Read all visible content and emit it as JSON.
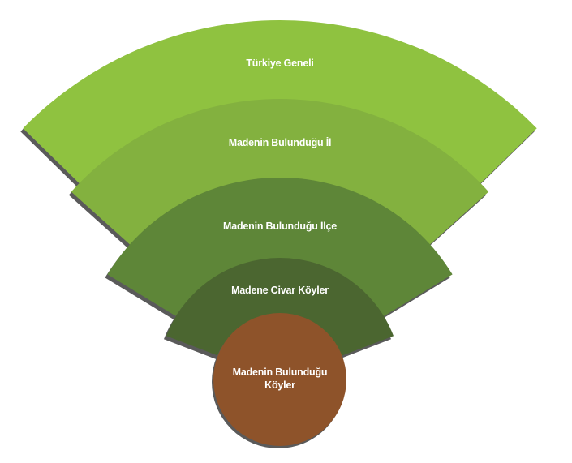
{
  "levels": [
    {
      "label": "Türkiye Geneli",
      "color": "#8fc240"
    },
    {
      "label": "Madenin Bulunduğu İl",
      "color": "#83b13f"
    },
    {
      "label": "Madenin Bulunduğu İlçe",
      "color": "#5e8638"
    },
    {
      "label": "Madene Civar Köyler",
      "color": "#4b6630"
    }
  ],
  "core": {
    "label": "Madenin Bulunduğu Köyler",
    "color": "#8e532a"
  },
  "shadow_color": "#5a5a5a"
}
